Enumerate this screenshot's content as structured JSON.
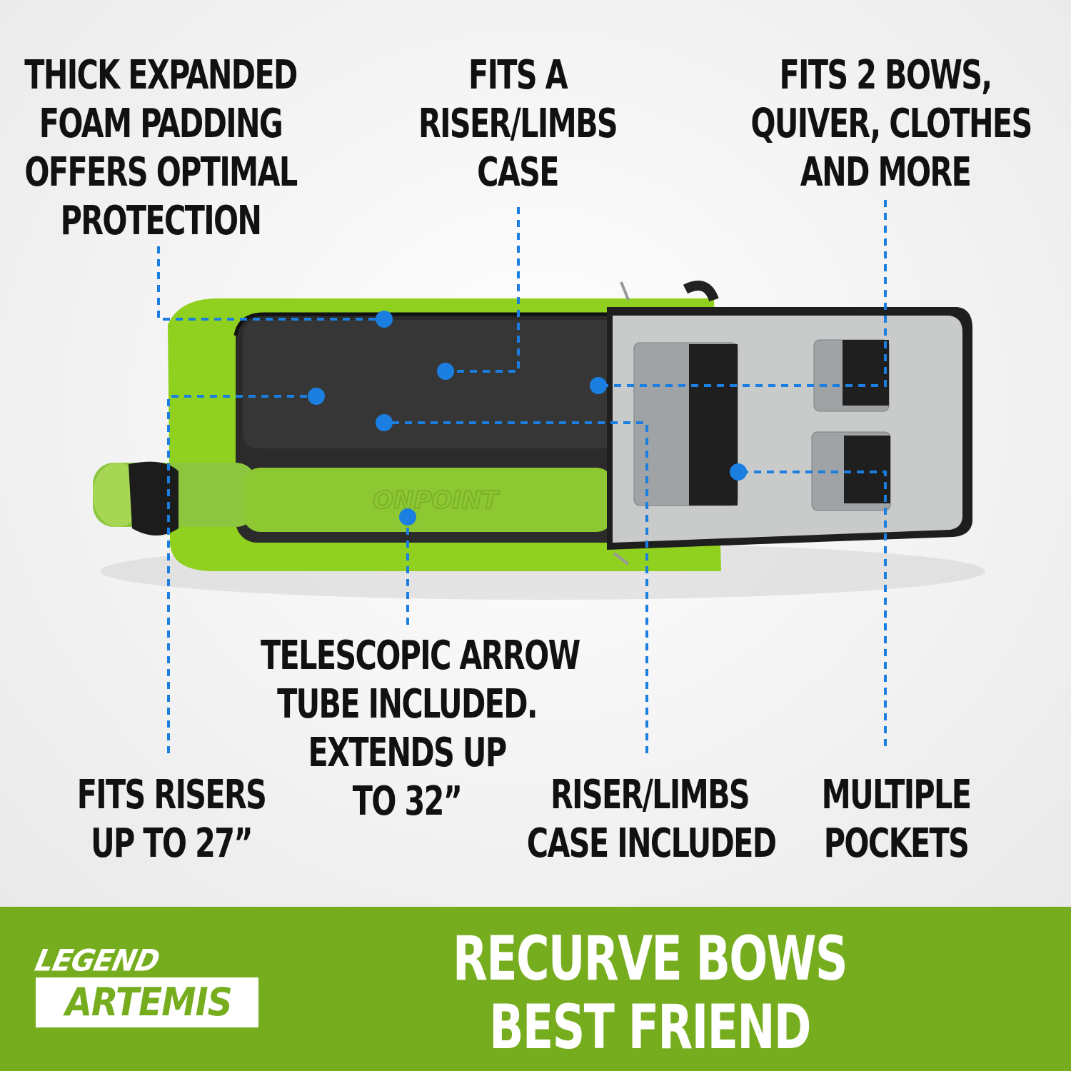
{
  "callouts": {
    "foam": [
      "THICK EXPANDED",
      "FOAM PADDING",
      "OFFERS OPTIMAL",
      "PROTECTION"
    ],
    "fits_case": [
      "FITS A",
      "RISER/LIMBS",
      "CASE"
    ],
    "fits_bows": [
      "FITS 2 BOWS,",
      "QUIVER, CLOTHES",
      "AND MORE"
    ],
    "risers": [
      "FITS RISERS",
      "UP TO 27”"
    ],
    "arrow_tube": [
      "TELESCOPIC ARROW",
      "TUBE INCLUDED.",
      "EXTENDS UP",
      "TO 32”"
    ],
    "case_included": [
      "RISER/LIMBS",
      "CASE INCLUDED"
    ],
    "pockets": [
      "MULTIPLE",
      "POCKETS"
    ]
  },
  "banner": {
    "tagline": [
      "RECURVE BOWS",
      "BEST FRIEND"
    ],
    "logo_top": "LEGEND",
    "logo_bottom": "ARTEMIS"
  },
  "tube_print": "ONPOINT",
  "colors": {
    "banner_green": "#76ad1f",
    "bag_green": "#8fd11e",
    "callout_blue": "#1a7fe0",
    "interior_dark": "#2b2b2b",
    "lid_grey": "#c9caca"
  }
}
